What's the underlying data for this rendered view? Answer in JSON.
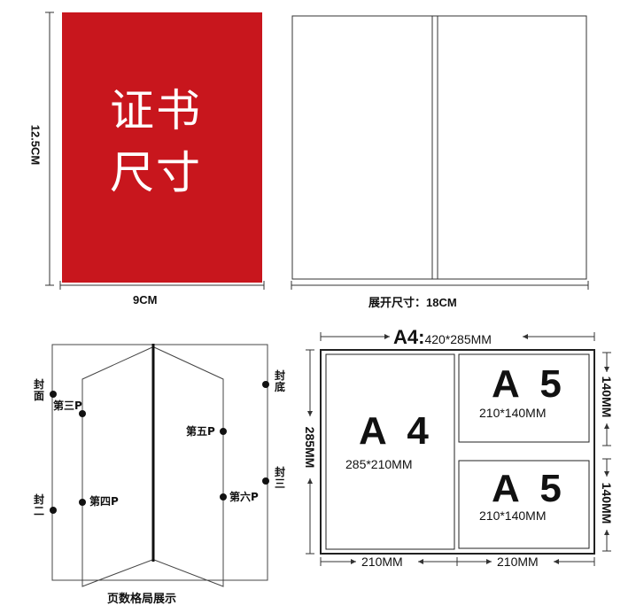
{
  "cover": {
    "line1": "证书",
    "line2": "尺寸",
    "height_label": "12.5CM",
    "width_label": "9CM",
    "color": "#c8161d"
  },
  "spread": {
    "label": "展开尺寸：18CM"
  },
  "layout": {
    "caption": "页数格局展示",
    "front_cover": [
      "封",
      "面"
    ],
    "inside_front": [
      "封",
      "二"
    ],
    "inside_back": [
      "封",
      "三"
    ],
    "back_cover": [
      "封",
      "底"
    ],
    "page3": "第三P",
    "page4": "第四P",
    "page5": "第五P",
    "page6": "第六P"
  },
  "paper": {
    "top_prefix": "A4:",
    "top_size": "420*285MM",
    "left_height": "285MM",
    "a4_title": "A 4",
    "a4_size": "285*210MM",
    "a5_title_1": "A 5",
    "a5_size_1": "210*140MM",
    "a5_title_2": "A 5",
    "a5_size_2": "210*140MM",
    "right_height_1": "140MM",
    "right_height_2": "140MM",
    "bottom_left": "210MM",
    "bottom_right": "210MM"
  }
}
